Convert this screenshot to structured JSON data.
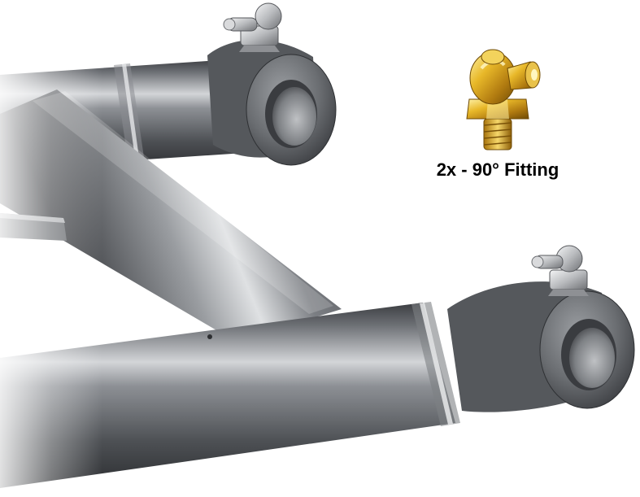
{
  "callout": {
    "label": "2x - 90° Fitting"
  },
  "parts": {
    "frame": "swingarm-frame",
    "fitting": "90-degree-grease-fitting",
    "fitting_count": 2
  },
  "colors": {
    "tube": "#5f6266",
    "tube_highlight": "#c9cbce",
    "tube_shadow": "#2f3134",
    "brass": "#d6a21e",
    "brass_highlight": "#fff3a8",
    "zinc": "#c7c9cc"
  }
}
